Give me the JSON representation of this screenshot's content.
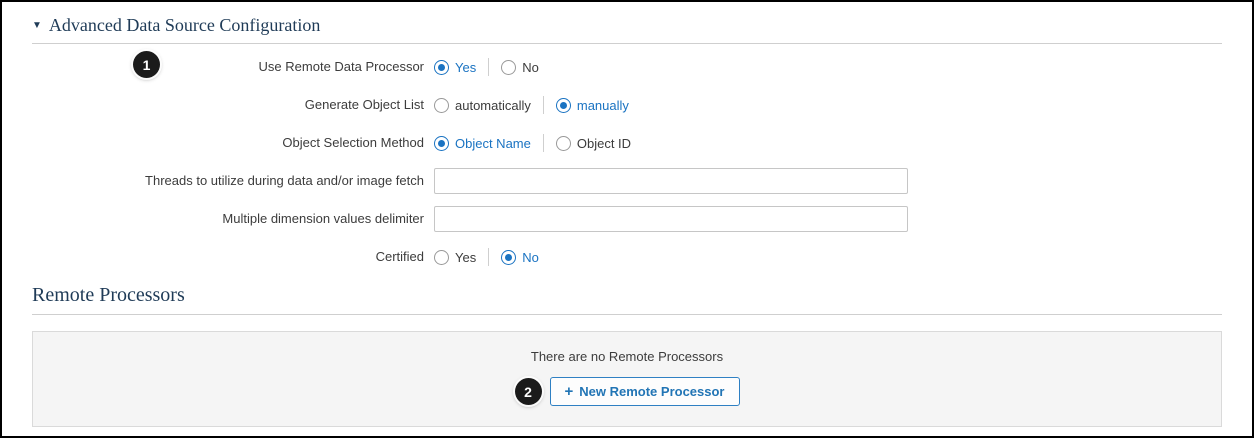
{
  "advanced_section": {
    "collapse_icon": "▼",
    "title": "Advanced Data Source Configuration"
  },
  "form": {
    "fields": [
      {
        "label": "Use Remote Data Processor",
        "type": "radio",
        "options": [
          {
            "label": "Yes",
            "selected": true
          },
          {
            "label": "No",
            "selected": false
          }
        ]
      },
      {
        "label": "Generate Object List",
        "type": "radio",
        "options": [
          {
            "label": "automatically",
            "selected": false
          },
          {
            "label": "manually",
            "selected": true
          }
        ]
      },
      {
        "label": "Object Selection Method",
        "type": "radio",
        "options": [
          {
            "label": "Object Name",
            "selected": true
          },
          {
            "label": "Object ID",
            "selected": false
          }
        ]
      },
      {
        "label": "Threads to utilize during data and/or image fetch",
        "type": "text",
        "value": ""
      },
      {
        "label": "Multiple dimension values delimiter",
        "type": "text",
        "value": ""
      },
      {
        "label": "Certified",
        "type": "radio",
        "options": [
          {
            "label": "Yes",
            "selected": false
          },
          {
            "label": "No",
            "selected": true
          }
        ]
      }
    ]
  },
  "remote_processors": {
    "title": "Remote Processors",
    "empty_message": "There are no Remote Processors",
    "new_button": {
      "plus_icon": "+",
      "label": "New Remote Processor"
    }
  },
  "callouts": {
    "badge1": "1",
    "badge2": "2"
  },
  "colors": {
    "accent_blue": "#1a73c2",
    "button_border_blue": "#2f80c3",
    "heading_navy": "#1f3b57",
    "panel_gray": "#f5f5f5",
    "badge_black": "#1b1b1b"
  }
}
